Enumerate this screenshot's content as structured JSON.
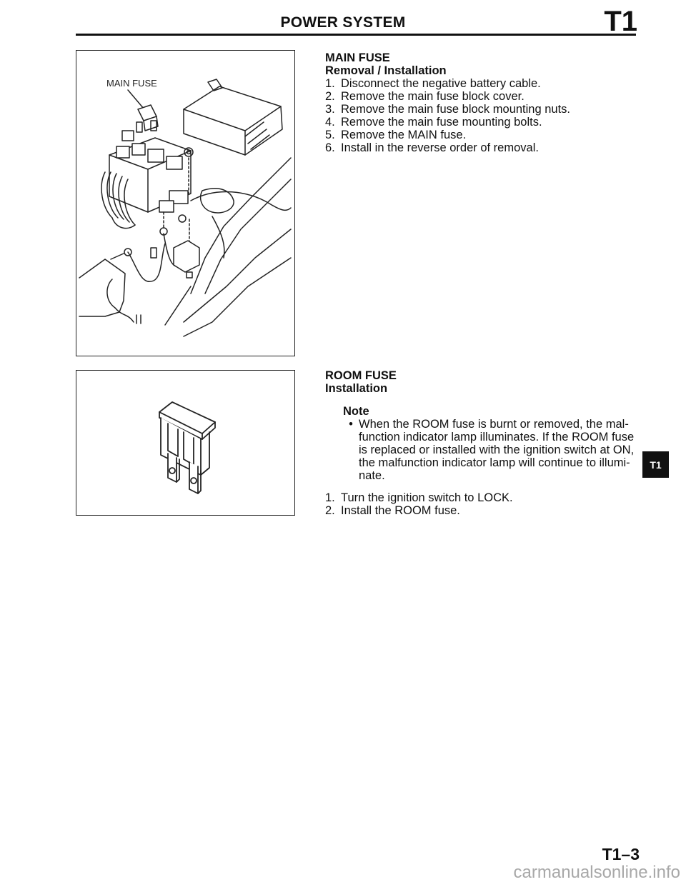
{
  "header": {
    "title": "POWER SYSTEM",
    "section_code": "T1"
  },
  "figure1": {
    "label": "MAIN FUSE"
  },
  "main_fuse": {
    "title": "MAIN FUSE",
    "subtitle": "Removal / Installation",
    "steps": [
      {
        "num": "1.",
        "text": "Disconnect the negative battery cable."
      },
      {
        "num": "2.",
        "text": "Remove the main fuse block cover."
      },
      {
        "num": "3.",
        "text": "Remove the main fuse block mounting nuts."
      },
      {
        "num": "4.",
        "text": "Remove the main fuse mounting bolts."
      },
      {
        "num": "5.",
        "text": "Remove the MAIN fuse."
      },
      {
        "num": "6.",
        "text": "Install in the reverse order of removal."
      }
    ]
  },
  "room_fuse": {
    "title": "ROOM FUSE",
    "subtitle": "Installation",
    "note_heading": "Note",
    "note_lines": [
      "When the ROOM fuse is burnt or removed, the mal-",
      "function indicator lamp illuminates. If the ROOM fuse",
      "is replaced or installed with the ignition switch at ON,",
      "the malfunction indicator lamp will continue to illumi-",
      "nate."
    ],
    "steps": [
      {
        "num": "1.",
        "text": "Turn the ignition switch to LOCK."
      },
      {
        "num": "2.",
        "text": "Install the ROOM fuse."
      }
    ]
  },
  "tab_marker": "T1",
  "page_number": "T1–3",
  "watermark": "carmanualsonline.info"
}
